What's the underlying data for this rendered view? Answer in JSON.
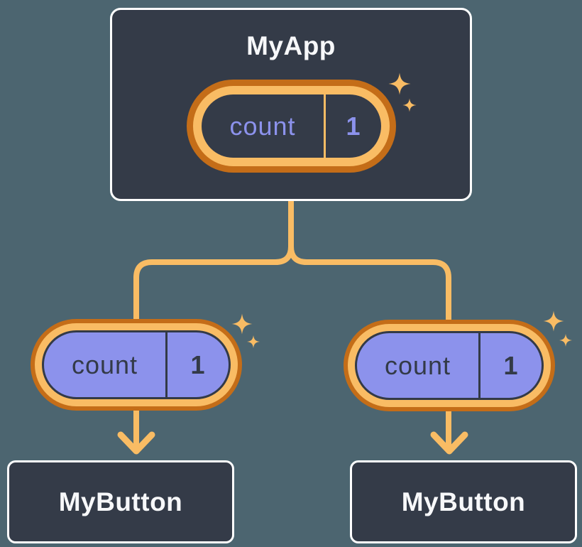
{
  "theme": {
    "background": "#4C6570",
    "node_bg": "#343B48",
    "node_border": "#FFFFFF",
    "node_text": "#F7F8FA",
    "orange_dark": "#C46D18",
    "orange_light": "#F9BC64",
    "purple": "#8C92EC",
    "ink": "#333A47"
  },
  "tree": {
    "root": {
      "title": "MyApp",
      "state_pill": {
        "label": "count",
        "value": "1"
      }
    },
    "children": [
      {
        "title": "MyButton",
        "prop_pill": {
          "label": "count",
          "value": "1"
        }
      },
      {
        "title": "MyButton",
        "prop_pill": {
          "label": "count",
          "value": "1"
        }
      }
    ]
  }
}
